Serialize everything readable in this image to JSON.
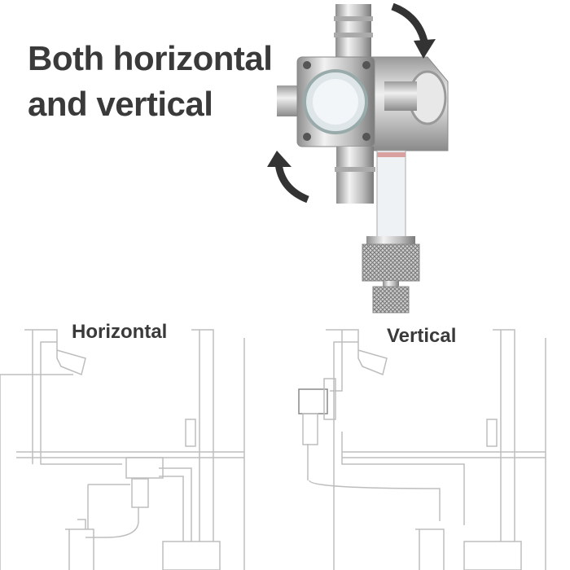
{
  "headline": {
    "line1": "Both horizontal",
    "line2": "and vertical"
  },
  "diagrams": {
    "horizontal_label": "Horizontal",
    "vertical_label": "Vertical"
  },
  "colors": {
    "text": "#3a3a3a",
    "line": "#bdbdbd",
    "metal": "#c8c8c8"
  }
}
